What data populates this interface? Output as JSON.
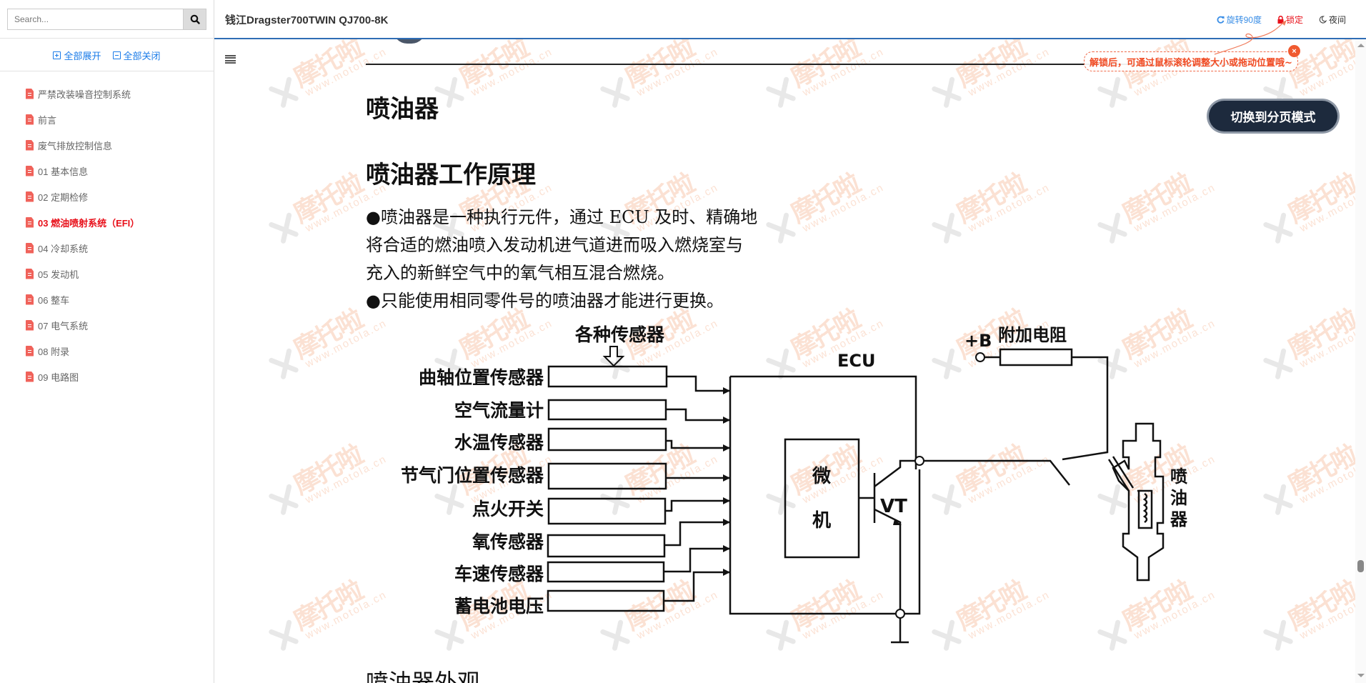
{
  "sidebar": {
    "search": {
      "placeholder": "Search...",
      "value": ""
    },
    "expand_all": "全部展开",
    "collapse_all": "全部关闭",
    "items": [
      {
        "label": "严禁改装噪音控制系统",
        "active": false
      },
      {
        "label": "前言",
        "active": false
      },
      {
        "label": "废气排放控制信息",
        "active": false
      },
      {
        "label": "01 基本信息",
        "active": false
      },
      {
        "label": "02 定期检修",
        "active": false
      },
      {
        "label": "03 燃油喷射系统（EFI）",
        "active": true
      },
      {
        "label": "04 冷却系统",
        "active": false
      },
      {
        "label": "05 发动机",
        "active": false
      },
      {
        "label": "06 整车",
        "active": false
      },
      {
        "label": "07 电气系统",
        "active": false
      },
      {
        "label": "08 附录",
        "active": false
      },
      {
        "label": "09 电路图",
        "active": false
      }
    ]
  },
  "header": {
    "title": "钱江Dragster700TWIN QJ700-8K",
    "controls": {
      "rotate": "旋转90度",
      "lock": "锁定",
      "night": "夜间"
    }
  },
  "tooltip": {
    "text": "解锁后，可通过鼠标滚轮调整大小或拖动位置哦~",
    "close": "×"
  },
  "switch_button": "切换到分页模式",
  "document": {
    "h1": "喷油器",
    "h2": "喷油器工作原理",
    "paragraph_lines": [
      "●喷油器是一种执行元件，通过 ECU 及时、精确地",
      "将合适的燃油喷入发动机进气道进而吸入燃烧室与",
      "充入的新鲜空气中的氧气相互混合燃烧。",
      "●只能使用相同零件号的喷油器才能进行更换。"
    ],
    "h3": "喷油器外观",
    "diagram": {
      "sensors_title": "各种传感器",
      "sensors": [
        "曲轴位置传感器",
        "空气流量计",
        "水温传感器",
        "节气门位置传感器",
        "点火开关",
        "氧传感器",
        "车速传感器",
        "蓄电池电压"
      ],
      "ecu": "ECU",
      "micro_top": "微",
      "micro_bottom": "机",
      "transistor": "VT",
      "battery": "+B",
      "resistor": "附加电阻",
      "injector": [
        "喷",
        "油",
        "器"
      ]
    }
  },
  "watermark": {
    "brand": "摩托啦",
    "url": "www.motola.cn"
  },
  "colors": {
    "accent_blue": "#2f6db5",
    "link_blue": "#1a7be8",
    "active_red": "#e8101a",
    "tooltip_orange": "#f04a22",
    "button_dark": "#1d2a3d"
  }
}
